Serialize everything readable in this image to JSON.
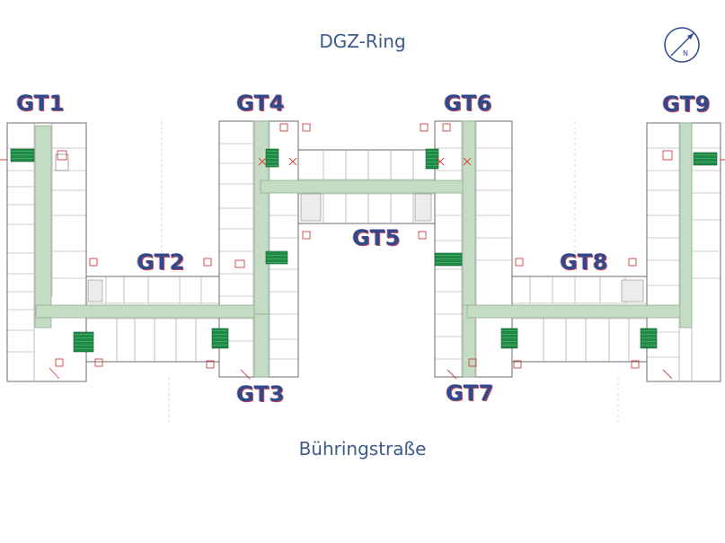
{
  "map": {
    "top_street": "DGZ-Ring",
    "bottom_street": "Bühringstraße",
    "compass": {
      "icon": "north-arrow-icon",
      "label": "N"
    },
    "wings": [
      {
        "id": "gt1",
        "label": "GT1"
      },
      {
        "id": "gt2",
        "label": "GT2"
      },
      {
        "id": "gt3",
        "label": "GT3"
      },
      {
        "id": "gt4",
        "label": "GT4"
      },
      {
        "id": "gt5",
        "label": "GT5"
      },
      {
        "id": "gt6",
        "label": "GT6"
      },
      {
        "id": "gt7",
        "label": "GT7"
      },
      {
        "id": "gt8",
        "label": "GT8"
      },
      {
        "id": "gt9",
        "label": "GT9"
      }
    ],
    "colors": {
      "corridor": "#c4dcc4",
      "corridor_outline": "#8fb08f",
      "wall": "#6b6b6b",
      "stairwell": "#1e8a45",
      "label_text": "#2e4a8c",
      "label_shadow": "#c9475a",
      "street_text": "#3d5a8a",
      "fire_marker": "#d04040"
    }
  }
}
